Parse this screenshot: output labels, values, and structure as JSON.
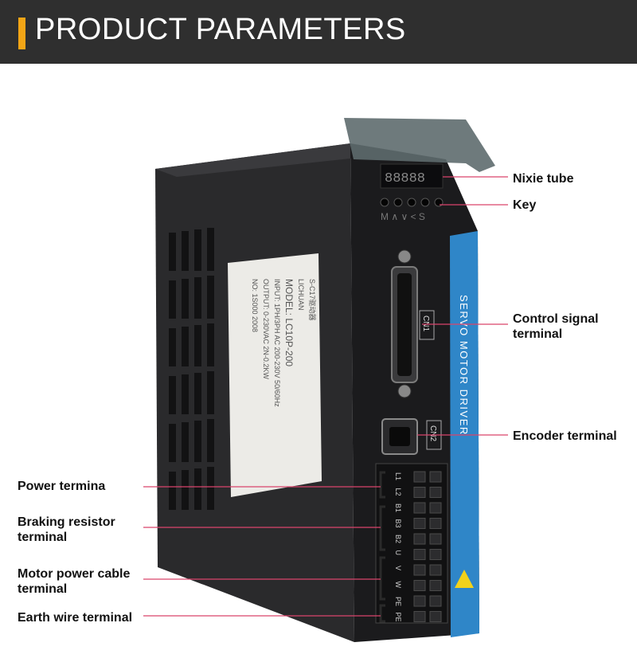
{
  "header": {
    "title": "PRODUCT PARAMETERS",
    "accent_color": "#f2a516",
    "bg_color": "#2f2f2f"
  },
  "callouts": {
    "nixie_tube": "Nixie tube",
    "key": "Key",
    "control_signal": "Control signal\nterminal",
    "encoder": "Encoder terminal",
    "power": "Power termina",
    "braking_resistor": "Braking resistor\nterminal",
    "motor_power_cable": "Motor power cable\nterminal",
    "earth_wire": "Earth wire terminal"
  },
  "leader_color": "#d9436b",
  "device": {
    "side_label": "SERVO MOTOR DRIVER",
    "cn1": "CN1",
    "cn2": "CN2",
    "display_digits": "88888",
    "key_labels": "M ∧ ∨ < S",
    "terminal_labels": [
      "L1",
      "L2",
      "B1",
      "B3",
      "B2",
      "U",
      "V",
      "W",
      "PE",
      "PE"
    ],
    "nameplate": {
      "brand": "LICHUAN",
      "model": "MODEL: LC10P-200",
      "input": "INPUT: 1PH/3PH AC 200-230V 50/60Hz",
      "output": "OUTPUT: 0-230VAC 2N-0.2KW",
      "serial": "NO: 1S000 2008",
      "tag": "S-C17驱动器"
    },
    "stripe_color": "#2f86c8"
  }
}
